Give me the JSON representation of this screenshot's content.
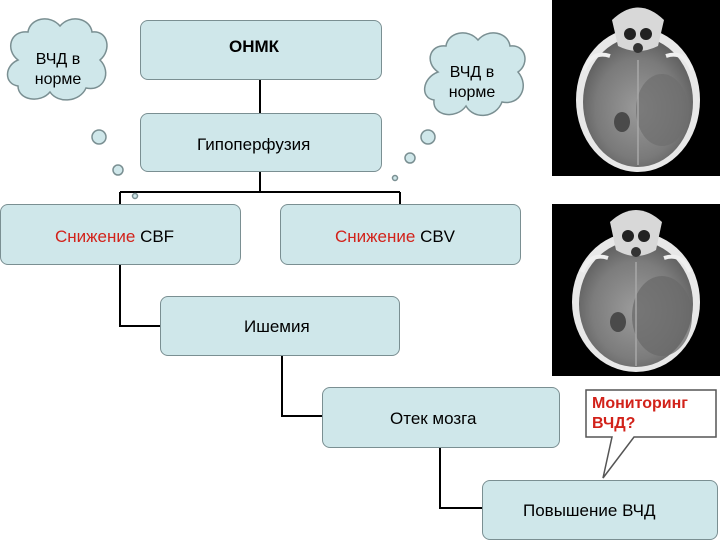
{
  "nodes": {
    "onmk": "ОНМК",
    "hypoperfusion": "Гипоперфузия",
    "cbf_prefix": "Снижение",
    "cbf_suffix": "CBF",
    "cbv_prefix": "Снижение",
    "cbv_suffix": "CBV",
    "ischemia": "Ишемия",
    "edema": "Отек мозга",
    "icp_rise": "Повышение ВЧД"
  },
  "clouds": {
    "left": [
      "ВЧД в",
      "норме"
    ],
    "right": [
      "ВЧД в",
      "норме"
    ]
  },
  "callout": [
    "Мониторинг",
    "ВЧД?"
  ],
  "colors": {
    "box_fill": "#cfe7ea",
    "accent_red": "#d2221a",
    "line": "#000000"
  }
}
